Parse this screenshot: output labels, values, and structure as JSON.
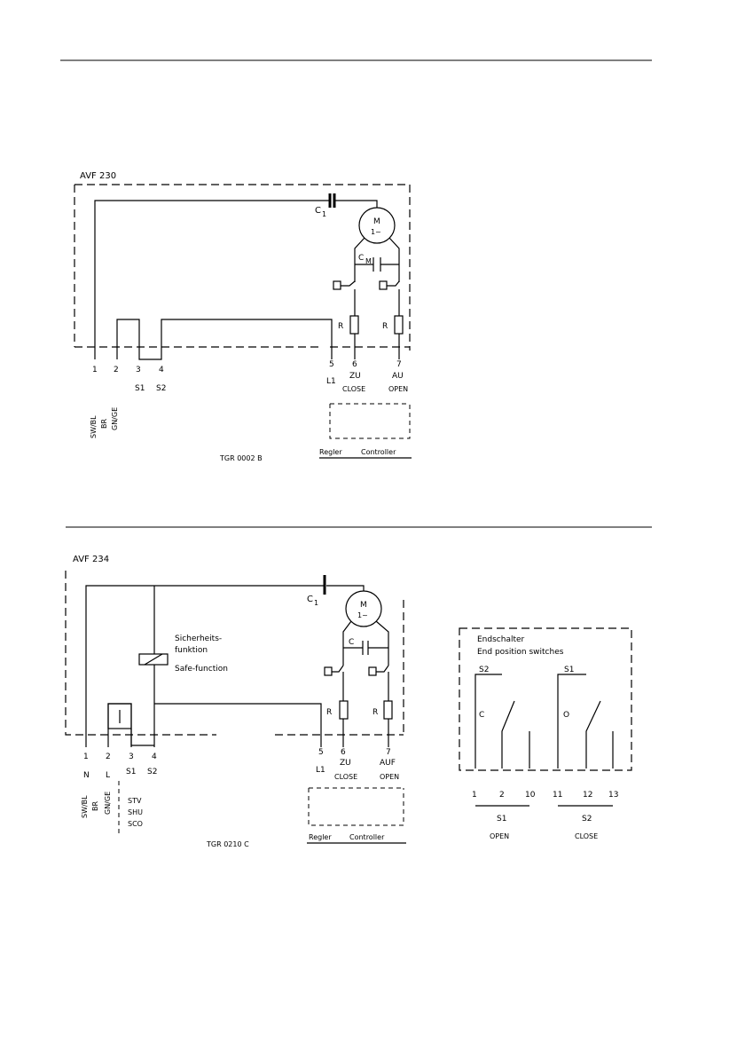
{
  "diagram_top": {
    "title": "AVF 230",
    "capacitor_top": "C",
    "capacitor_top_sub": "1",
    "motor": "M",
    "motor_sub": "1~",
    "capacitor_inner": "C",
    "capacitor_inner_sub": "M",
    "resistor_left": "R",
    "resistor_right": "R",
    "terminals": [
      {
        "num": "1",
        "label": ""
      },
      {
        "num": "2",
        "label": ""
      },
      {
        "num": "3",
        "label": "S1"
      },
      {
        "num": "4",
        "label": "S2"
      },
      {
        "num": "5",
        "label": "L1"
      },
      {
        "num": "6",
        "label": "ZU"
      },
      {
        "num": "7",
        "label": "AU"
      }
    ],
    "sub_labels": [
      "CLOSE",
      "OPEN"
    ],
    "supply_labels": [
      "SW/BL",
      "BR",
      "GN/GE"
    ],
    "box_left": "Regler",
    "box_right": "Controller",
    "figure_code": "TGR 0002 B"
  },
  "diagram_bottom": {
    "title": "AVF 234",
    "capacitor_top": "C",
    "capacitor_top_sub": "1",
    "motor": "M",
    "motor_sub": "1~",
    "capacitor_inner": "C",
    "relay_label_1": "Sicherheits-",
    "relay_label_2": "funktion",
    "relay_label_3": "Safe-function",
    "resistor_left": "R",
    "resistor_right": "R",
    "terminals": [
      {
        "num": "1",
        "label": "N"
      },
      {
        "num": "2",
        "label": "L"
      },
      {
        "num": "3",
        "label": "S1"
      },
      {
        "num": "4",
        "label": "S2"
      },
      {
        "num": "5",
        "label": "L1"
      },
      {
        "num": "6",
        "label": "ZU"
      },
      {
        "num": "7",
        "label": "AUF"
      }
    ],
    "sub_labels": [
      "CLOSE",
      "OPEN"
    ],
    "supply_labels": [
      "SW/BL",
      "BR",
      "GN/GE"
    ],
    "stv_labels": [
      "STV",
      "SHU",
      "SCO"
    ],
    "box_left": "Regler",
    "box_right": "Controller",
    "figure_code": "TGR 0210 C"
  },
  "diagram_right": {
    "title_line1": "Endschalter",
    "title_line2": "End position switches",
    "s2_label": "S2",
    "s1_label": "S1",
    "switch_left": "C",
    "switch_right": "O",
    "terminals": [
      "1",
      "2",
      "10",
      "11",
      "12",
      "13"
    ],
    "group_left_code": "S1",
    "group_left_label": "OPEN",
    "group_right_code": "S2",
    "group_right_label": "CLOSE"
  }
}
